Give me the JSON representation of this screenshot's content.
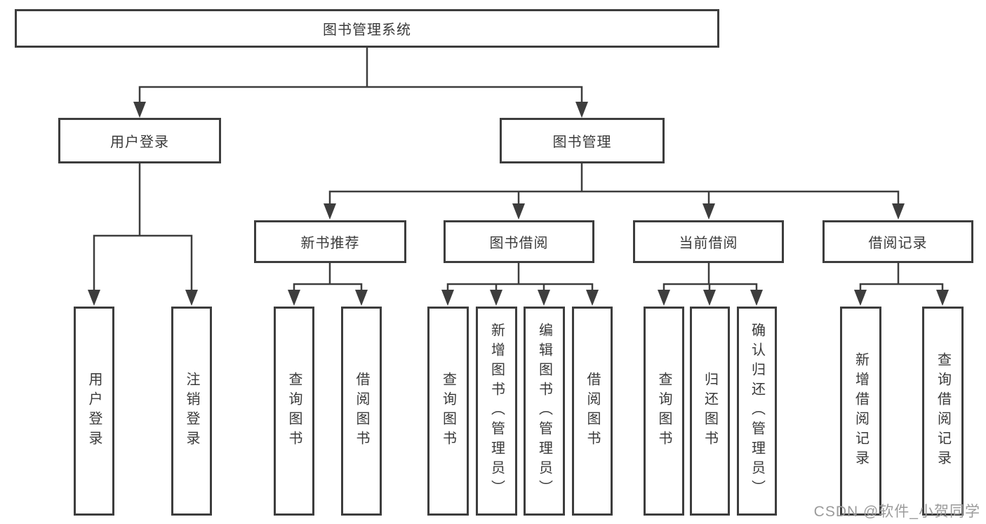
{
  "diagram": {
    "root": "图书管理系统",
    "branches": [
      {
        "label": "用户登录",
        "children": [
          "用户登录",
          "注销登录"
        ]
      },
      {
        "label": "图书管理",
        "children": [
          {
            "label": "新书推荐",
            "children": [
              "查询图书",
              "借阅图书"
            ]
          },
          {
            "label": "图书借阅",
            "children": [
              "查询图书",
              "新增图书（管理员）",
              "编辑图书（管理员）",
              "借阅图书"
            ]
          },
          {
            "label": "当前借阅",
            "children": [
              "查询图书",
              "归还图书",
              "确认归还（管理员）"
            ]
          },
          {
            "label": "借阅记录",
            "children": [
              "新增借阅记录",
              "查询借阅记录"
            ]
          }
        ]
      }
    ]
  },
  "watermark": "CSDN @软件_小贺同学",
  "colors": {
    "line": "#3d3d3d",
    "text": "#3a3a3a",
    "watermark": "#9b9b9b",
    "background": "#ffffff"
  }
}
